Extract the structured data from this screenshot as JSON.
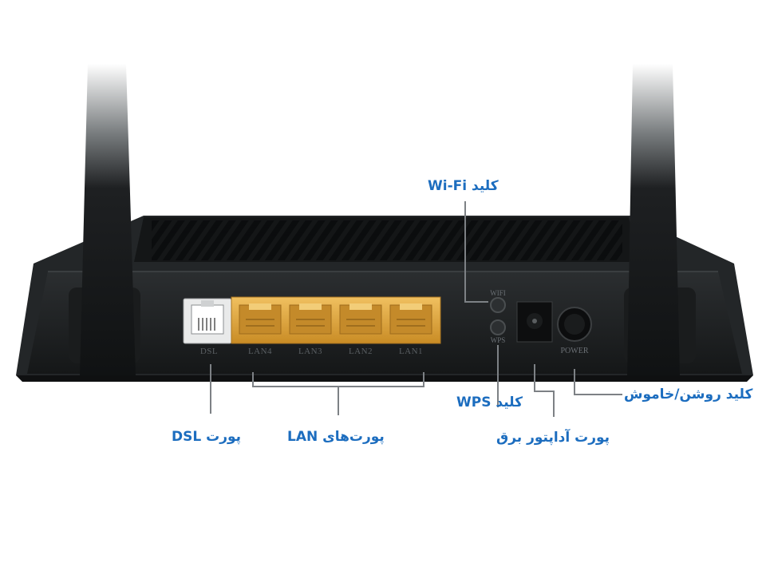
{
  "colors": {
    "accent": "#1c6dbf",
    "body": "#1f2224",
    "port_gold": "#e3a93a",
    "leader": "#7d8185"
  },
  "ports": {
    "dsl": "DSL",
    "lan4": "LAN4",
    "lan3": "LAN3",
    "lan2": "LAN2",
    "lan1": "LAN1",
    "wifi": "WIFI",
    "wps": "WPS",
    "power": "POWER"
  },
  "callouts": {
    "wifi_button": "کلید Wi-Fi",
    "wps_button": "کلید WPS",
    "power_button": "کلید روشن/خاموش",
    "dsl_port": "پورت DSL",
    "lan_ports": "پورت‌های LAN",
    "adapter_port": "پورت آداپتور برق"
  }
}
